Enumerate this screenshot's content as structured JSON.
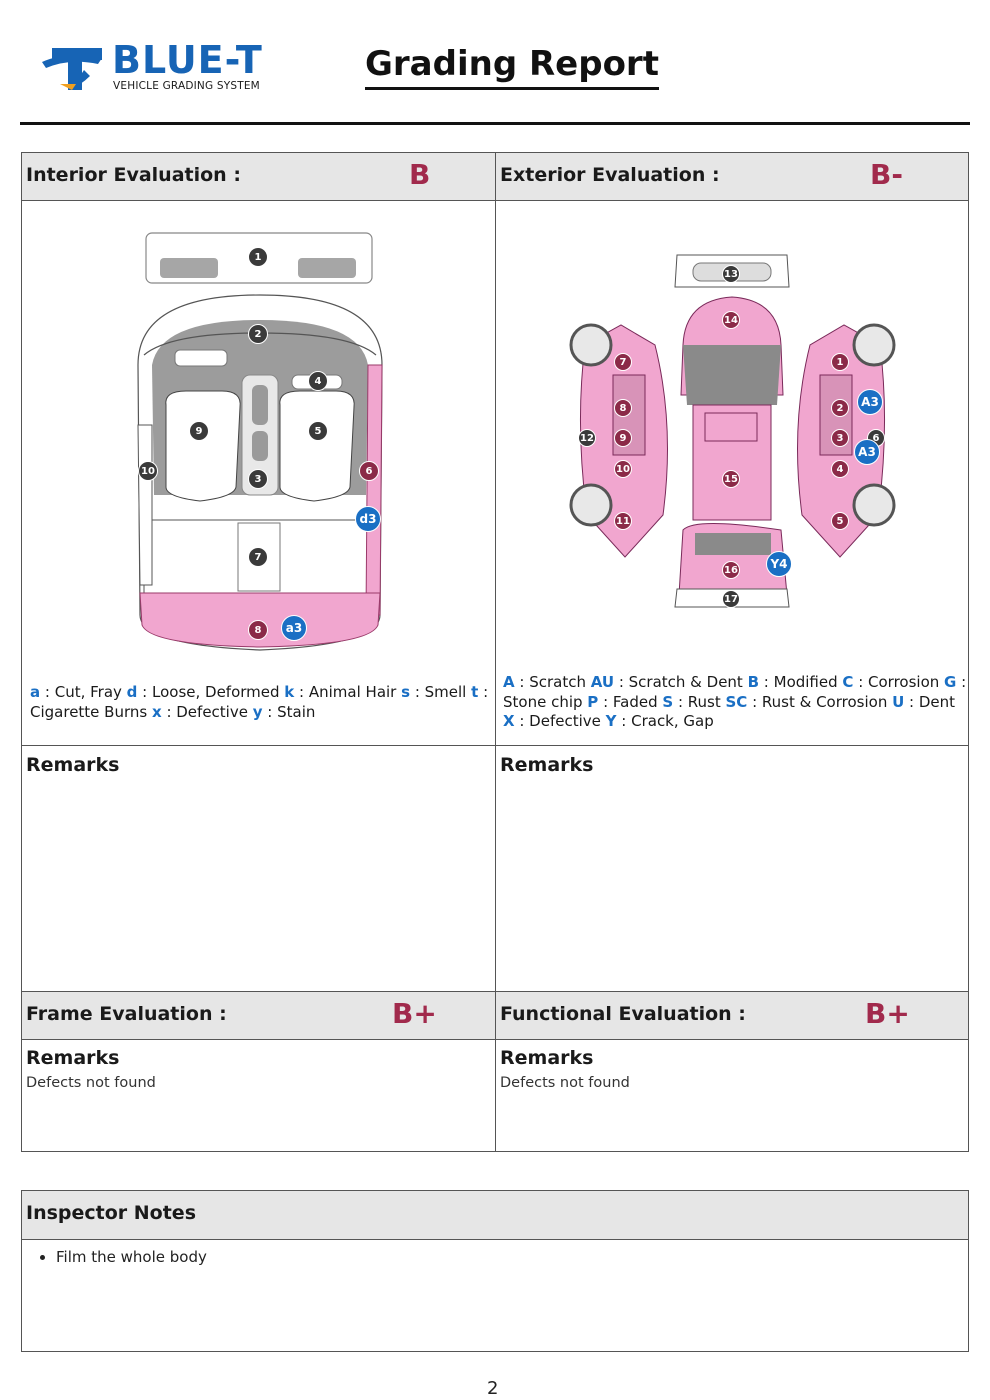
{
  "header": {
    "logo_text": "BLUE-T",
    "logo_subtext": "VEHICLE GRADING SYSTEM",
    "title": "Grading Report"
  },
  "interior": {
    "label": "Interior Evaluation :",
    "grade": "B",
    "markers": [
      "1",
      "2",
      "3",
      "4",
      "5",
      "6",
      "7",
      "8",
      "9",
      "10"
    ],
    "defect_tags": [
      "d3",
      "a3"
    ],
    "legend": [
      {
        "key": "a",
        "text": " : Cut, Fray "
      },
      {
        "key": "d",
        "text": " : Loose, Deformed "
      },
      {
        "key": "k",
        "text": " : Animal Hair "
      },
      {
        "key": "s",
        "text": " : Smell "
      },
      {
        "key": "t",
        "text": " : Cigarette Burns "
      },
      {
        "key": "x",
        "text": " : Defective "
      },
      {
        "key": "y",
        "text": " : Stain"
      }
    ],
    "remarks_label": "Remarks",
    "remarks_text": ""
  },
  "exterior": {
    "label": "Exterior Evaluation :",
    "grade": "B-",
    "markers": [
      "1",
      "2",
      "3",
      "4",
      "5",
      "6",
      "7",
      "8",
      "9",
      "10",
      "11",
      "12",
      "13",
      "14",
      "15",
      "16",
      "17"
    ],
    "defect_tags": [
      "A3",
      "A3",
      "Y4"
    ],
    "legend": [
      {
        "key": "A",
        "text": " : Scratch "
      },
      {
        "key": "AU",
        "text": " : Scratch & Dent "
      },
      {
        "key": "B",
        "text": " : Modified "
      },
      {
        "key": "C",
        "text": " : Corrosion "
      },
      {
        "key": "G",
        "text": " : Stone chip "
      },
      {
        "key": "P",
        "text": " : Faded "
      },
      {
        "key": "S",
        "text": " : Rust "
      },
      {
        "key": "SC",
        "text": " : Rust & Corrosion "
      },
      {
        "key": "U",
        "text": " : Dent "
      },
      {
        "key": "X",
        "text": " : Defective "
      },
      {
        "key": "Y",
        "text": " : Crack, Gap"
      }
    ],
    "remarks_label": "Remarks",
    "remarks_text": ""
  },
  "frame": {
    "label": "Frame Evaluation :",
    "grade": "B+",
    "remarks_label": "Remarks",
    "remarks_text": "Defects not found"
  },
  "functional": {
    "label": "Functional Evaluation :",
    "grade": "B+",
    "remarks_label": "Remarks",
    "remarks_text": "Defects not found"
  },
  "inspector": {
    "label": "Inspector Notes",
    "notes": [
      "Film the whole body"
    ]
  },
  "page_number": "2",
  "colors": {
    "brand_blue": "#1764b5",
    "grade_red": "#a12a4c",
    "damage_pink": "#f1a6cf",
    "marker_dark": "#3a3a3a",
    "marker_maroon": "#8b2a48",
    "tag_blue": "#1a6fc4"
  }
}
